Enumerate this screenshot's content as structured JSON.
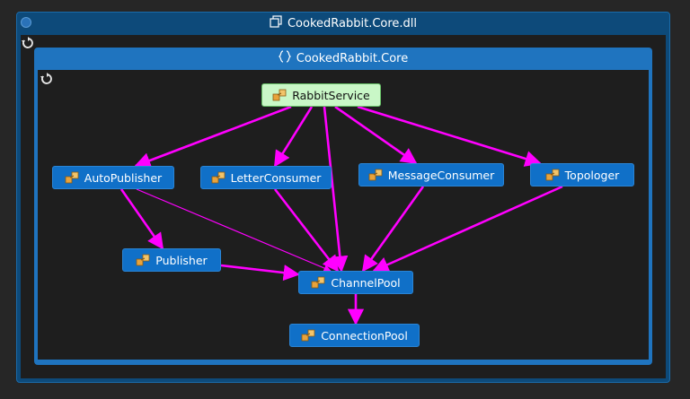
{
  "assembly": {
    "title": "CookedRabbit.Core.dll",
    "icon": "assembly-icon"
  },
  "namespace": {
    "title": "CookedRabbit.Core",
    "icon": "namespace-icon"
  },
  "colors": {
    "edge": "#ff00ff",
    "node": "#1070c8",
    "root_node": "#c9f7c7"
  },
  "nodes": [
    {
      "id": "RabbitService",
      "label": "RabbitService",
      "root": true
    },
    {
      "id": "AutoPublisher",
      "label": "AutoPublisher"
    },
    {
      "id": "LetterConsumer",
      "label": "LetterConsumer"
    },
    {
      "id": "MessageConsumer",
      "label": "MessageConsumer"
    },
    {
      "id": "Topologer",
      "label": "Topologer"
    },
    {
      "id": "Publisher",
      "label": "Publisher"
    },
    {
      "id": "ChannelPool",
      "label": "ChannelPool"
    },
    {
      "id": "ConnectionPool",
      "label": "ConnectionPool"
    }
  ],
  "edges": [
    [
      "RabbitService",
      "AutoPublisher"
    ],
    [
      "RabbitService",
      "LetterConsumer"
    ],
    [
      "RabbitService",
      "MessageConsumer"
    ],
    [
      "RabbitService",
      "Topologer"
    ],
    [
      "RabbitService",
      "ChannelPool"
    ],
    [
      "AutoPublisher",
      "Publisher"
    ],
    [
      "AutoPublisher",
      "ChannelPool"
    ],
    [
      "LetterConsumer",
      "ChannelPool"
    ],
    [
      "MessageConsumer",
      "ChannelPool"
    ],
    [
      "Topologer",
      "ChannelPool"
    ],
    [
      "Publisher",
      "ChannelPool"
    ],
    [
      "ChannelPool",
      "ConnectionPool"
    ]
  ]
}
